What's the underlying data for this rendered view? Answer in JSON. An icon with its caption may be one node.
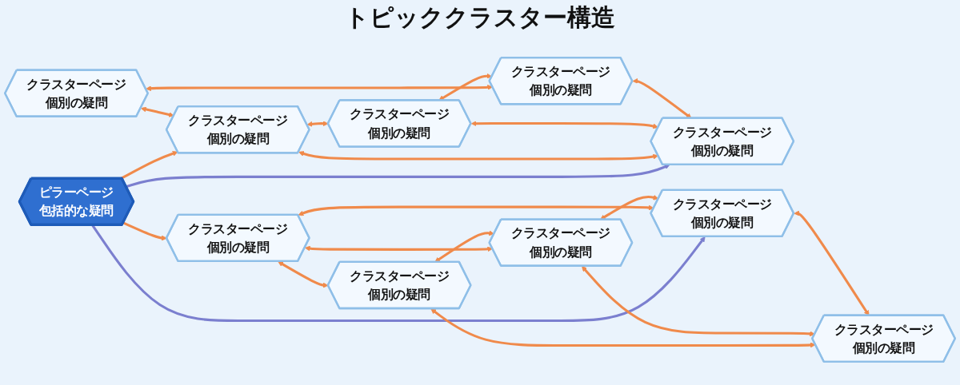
{
  "diagram": {
    "title": "トピッククラスター構造",
    "nodes": [
      {
        "text": [
          "ピラーページ",
          "包括的な疑問"
        ]
      },
      {
        "text": [
          "クラスターページ",
          "個別の疑問"
        ]
      },
      {
        "text": [
          "クラスターページ",
          "個別の疑問"
        ]
      },
      {
        "text": [
          "クラスターページ",
          "個別の疑問"
        ]
      },
      {
        "text": [
          "クラスターページ",
          "個別の疑問"
        ]
      },
      {
        "text": [
          "クラスターページ",
          "個別の疑問"
        ]
      },
      {
        "text": [
          "クラスターページ",
          "個別の疑問"
        ]
      },
      {
        "text": [
          "クラスターページ",
          "個別の疑問"
        ]
      },
      {
        "text": [
          "クラスターページ",
          "個別の疑問"
        ]
      },
      {
        "text": [
          "クラスターページ",
          "個別の疑問"
        ]
      },
      {
        "text": [
          "クラスターページ",
          "個別の疑問"
        ]
      }
    ],
    "edges": [
      {
        "from": 0,
        "to": 2,
        "arrow": "to"
      },
      {
        "from": 0,
        "to": 5,
        "arrow": "to",
        "color": "#7b7fcf"
      },
      {
        "from": 0,
        "to": 6,
        "arrow": "to"
      },
      {
        "from": 0,
        "to": 9,
        "arrow": "to",
        "color": "#7b7fcf"
      },
      {
        "from": 1,
        "to": 2,
        "arrow": "both"
      },
      {
        "from": 1,
        "to": 4,
        "arrow": "both"
      },
      {
        "from": 2,
        "to": 3,
        "arrow": "both"
      },
      {
        "from": 2,
        "to": 5,
        "arrow": "both"
      },
      {
        "from": 3,
        "to": 4,
        "arrow": "both"
      },
      {
        "from": 3,
        "to": 5,
        "arrow": "both"
      },
      {
        "from": 4,
        "to": 5,
        "arrow": "both"
      },
      {
        "from": 6,
        "to": 7,
        "arrow": "both"
      },
      {
        "from": 6,
        "to": 8,
        "arrow": "both"
      },
      {
        "from": 6,
        "to": 9,
        "arrow": "both"
      },
      {
        "from": 7,
        "to": 8,
        "arrow": "both"
      },
      {
        "from": 7,
        "to": 10,
        "arrow": "both"
      },
      {
        "from": 8,
        "to": 9,
        "arrow": "both"
      },
      {
        "from": 8,
        "to": 10,
        "arrow": "both"
      },
      {
        "from": 9,
        "to": 10,
        "arrow": "both"
      }
    ]
  }
}
